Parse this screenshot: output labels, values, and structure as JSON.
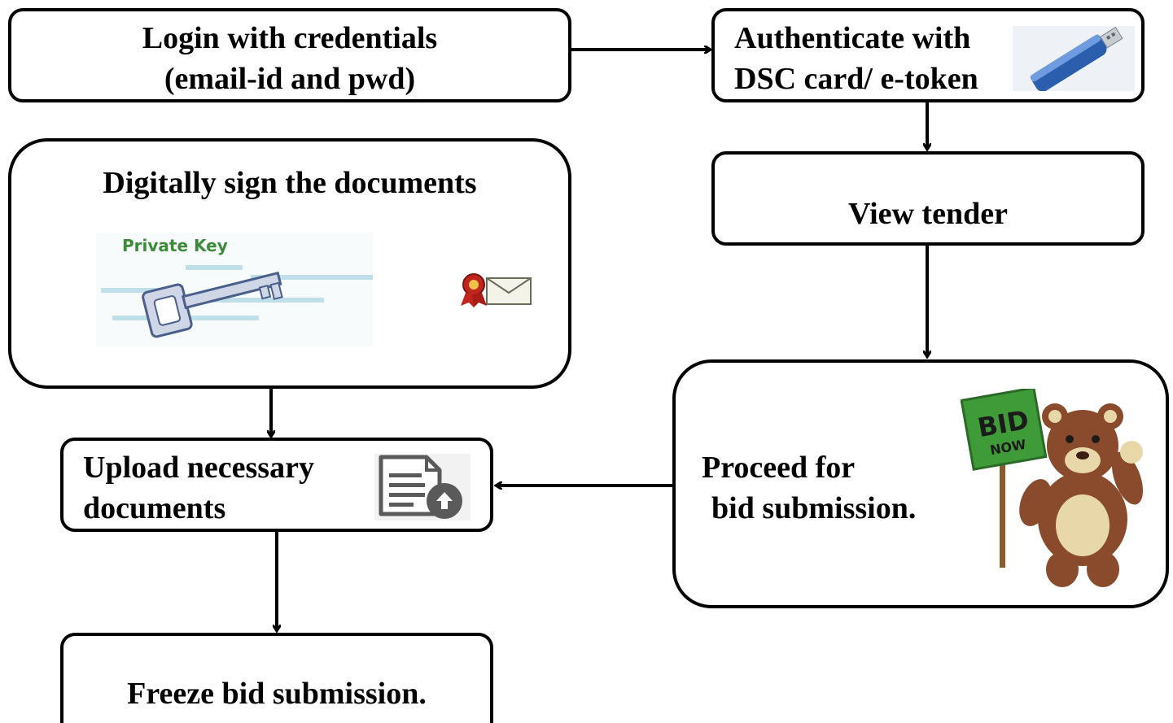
{
  "steps": {
    "login": {
      "line1": "Login with credentials",
      "line2": "(email-id and pwd)"
    },
    "authenticate": {
      "line1": "Authenticate with",
      "line2": "DSC card/ e-token",
      "icon": "usb-token-icon"
    },
    "view_tender": {
      "label": "View tender"
    },
    "proceed": {
      "line1": "Proceed for",
      "line2": "bid submission.",
      "icon": "teddy-bear-bid-sign-icon"
    },
    "sign": {
      "label": "Digitally sign the documents",
      "key_caption": "Private Key",
      "icon": "key-and-certificate-icon"
    },
    "upload": {
      "line1": "Upload necessary",
      "line2": "documents",
      "icon": "document-upload-icon"
    },
    "freeze": {
      "label": "Freeze bid submission."
    }
  },
  "sign_sign": {
    "text": "BID",
    "subtext": "NOW"
  },
  "colors": {
    "border": "#000000",
    "usb_body": "#2b5fae",
    "seal": "#c0261c",
    "sign_green": "#3f9a38",
    "bear": "#8a4a2c"
  }
}
